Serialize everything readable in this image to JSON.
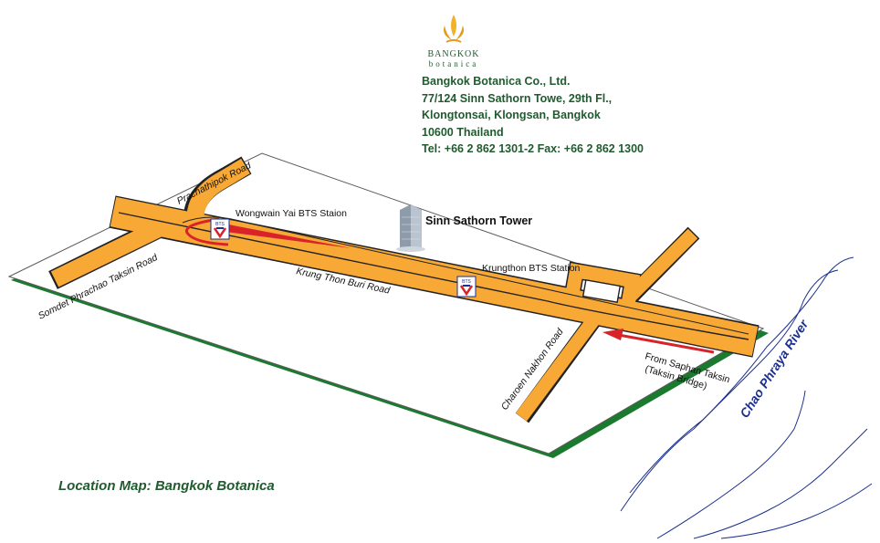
{
  "brand": {
    "name_line1": "BANGKOK",
    "name_line2": "botanica",
    "logo_icon": "flame-icon"
  },
  "address": {
    "company": "Bangkok Botanica Co., Ltd.",
    "line1": "77/124 Sinn Sathorn Towe, 29th Fl.,",
    "line2": "Klongtonsai, Klongsan, Bangkok",
    "line3": "10600 Thailand",
    "contact": "Tel: +66 2 862 1301-2  Fax: +66 2 862 1300"
  },
  "map": {
    "roads": {
      "prachathipok": "Prachathipok Road",
      "somdet": "Somdet Phrachao Taksin Road",
      "krung_thon_buri": "Krung Thon Buri Road",
      "charoen_nakhon": "Charoen Nakhon Road"
    },
    "stations": {
      "wongwain_yai": "Wongwain Yai BTS Staion",
      "krungthon": "Krungthon BTS Station",
      "badge_text": "BTS"
    },
    "landmark": "Sinn Sathorn Tower",
    "from_label_1": "From Saphan Taksin",
    "from_label_2": "(Taksin Bridge)",
    "river": "Chao Phraya River"
  },
  "caption": "Location Map: Bangkok Botanica",
  "colors": {
    "green": "#1f5b2e",
    "road": "#f7a835",
    "arrow": "#d9232a",
    "river": "#1b2f8f",
    "tower": "#9aa8b8"
  }
}
